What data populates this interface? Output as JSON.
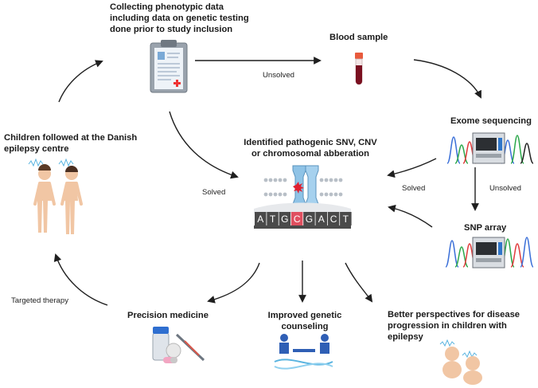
{
  "nodes": {
    "phenotype": "Collecting phenotypic data\nincluding data on genetic testing\ndone prior to study inclusion",
    "blood": "Blood sample",
    "exome": "Exome sequencing",
    "snp": "SNP array",
    "children": "Children followed at the Danish\nepilepsy centre",
    "identified": "Identified pathogenic SNV, CNV\nor chromosomal abberation",
    "precision": "Precision medicine",
    "counseling": "Improved genetic\ncounseling",
    "perspectives": "Better perspectives for disease\nprogression in children with epilepsy"
  },
  "edges": {
    "unsolved_blood": "Unsolved",
    "solved_left": "Solved",
    "solved_right": "Solved",
    "unsolved_snp": "Unsolved",
    "targeted": "Targeted therapy"
  },
  "dna_bases": [
    "A",
    "T",
    "G",
    "C",
    "G",
    "A",
    "C",
    "T"
  ],
  "colors": {
    "arrow": "#1f1f1f",
    "highlight_base": "#e05060",
    "base": "#4a4a4a",
    "channel": "#8fc3e6",
    "mutation": "#e02030"
  },
  "icons": [
    "clipboard-icon",
    "blood-tube-icon",
    "sequencer-icon",
    "children-icon",
    "protein-channel-icon",
    "dna-sequence-icon",
    "medicine-icon",
    "counseling-icon",
    "babies-icon"
  ]
}
